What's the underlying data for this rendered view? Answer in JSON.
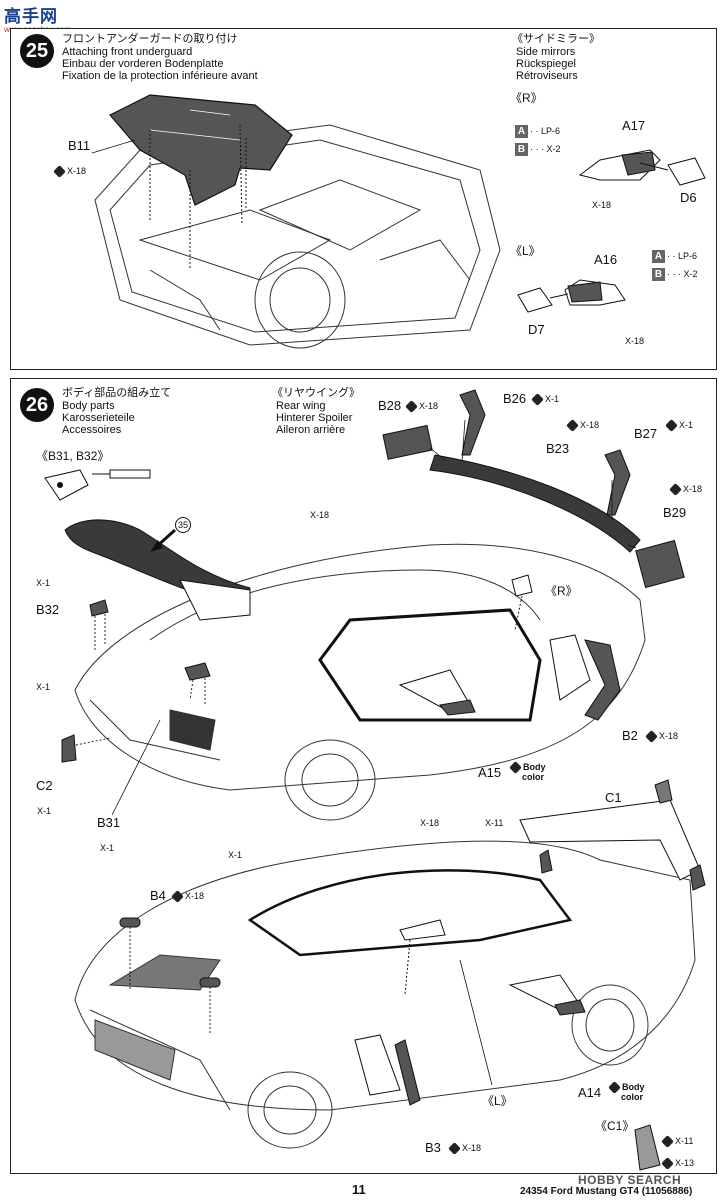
{
  "watermark": {
    "top": "高手网",
    "url": "www.gaoshou.com"
  },
  "step25": {
    "number": "25",
    "title_ja": "フロントアンダーガードの取り付け",
    "title_en": "Attaching front underguard",
    "title_de": "Einbau der vorderen Bodenplatte",
    "title_fr": "Fixation de la protection inférieure avant",
    "part_b11": "B11",
    "screw_x18": "X-18",
    "mirror_ja": "《サイドミラー》",
    "mirror_en": "Side mirrors",
    "mirror_de": "Rückspiegel",
    "mirror_fr": "Rétroviseurs",
    "right": "《R》",
    "left": "《L》",
    "a_label": "A",
    "b_label": "B",
    "lp6": "LP-6",
    "x2": "X-2",
    "a17": "A17",
    "a16": "A16",
    "d6": "D6",
    "d7": "D7"
  },
  "step26": {
    "number": "26",
    "title_ja": "ボディ部品の組み立て",
    "title_en": "Body parts",
    "title_de": "Karosserieteile",
    "title_fr": "Accessoires",
    "wing_ja": "《リヤウイング》",
    "wing_en": "Rear wing",
    "wing_de": "Hinterer Spoiler",
    "wing_fr": "Aileron arrière",
    "sub_b31_b32": "《B31, B32》",
    "circled_35": "35",
    "parts": {
      "b28": "B28",
      "b26": "B26",
      "b23": "B23",
      "b27": "B27",
      "b29": "B29",
      "b32": "B32",
      "b31": "B31",
      "c2": "C2",
      "b2": "B2",
      "a15": "A15",
      "c1": "C1",
      "b4": "B4",
      "a14": "A14",
      "b3": "B3"
    },
    "screws": {
      "x1": "X-1",
      "x18": "X-18",
      "x11": "X-11",
      "x13": "X-13"
    },
    "body_color_1": "Body",
    "body_color_2": "color",
    "right": "《R》",
    "left": "《L》",
    "c1_sub": "《C1》"
  },
  "footer": {
    "page": "11",
    "product": "24354  Ford Mustang GT4 (11056886)",
    "brand": "HOBBY SEARCH"
  },
  "colors": {
    "ink": "#111111",
    "part_fill": "#555555",
    "carbon": "#3a3a3a"
  }
}
